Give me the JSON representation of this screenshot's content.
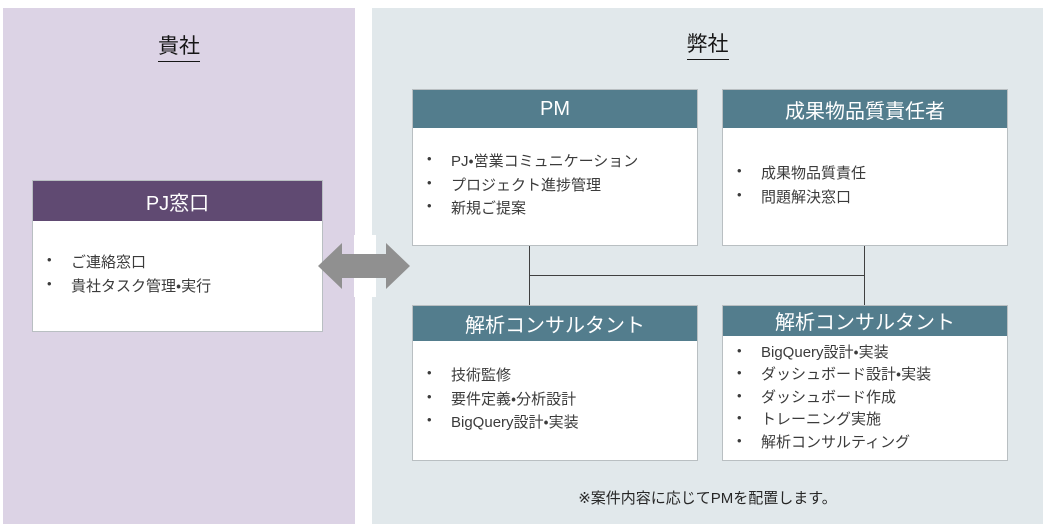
{
  "colors": {
    "client_panel_bg": "#dcd3e5",
    "vendor_panel_bg": "#e1e8eb",
    "client_header": "#604a72",
    "vendor_header": "#537d8d",
    "card_bg": "#ffffff",
    "card_border": "#b9bfc2",
    "connector": "#404040",
    "arrow": "#909090",
    "text": "#3b3b3b"
  },
  "client_panel": {
    "title": "貴社",
    "card": {
      "header": "PJ窓口",
      "items": [
        "ご連絡窓口",
        "貴社タスク管理・実行"
      ]
    }
  },
  "vendor_panel": {
    "title": "弊社",
    "cards": [
      {
        "header": "PM",
        "items": [
          "PJ・営業コミュニケーション",
          "プロジェクト進捗管理",
          "新規ご提案"
        ]
      },
      {
        "header": "成果物品質責任者",
        "items": [
          "成果物品質責任",
          "問題解決窓口"
        ]
      },
      {
        "header": "解析コンサルタント",
        "items": [
          "技術監修",
          "要件定義・分析設計",
          "BigQuery設計・実装"
        ]
      },
      {
        "header": "解析コンサルタント",
        "items": [
          "BigQuery設計・実装",
          "ダッシュボード設計・実装",
          "ダッシュボード作成",
          "トレーニング実施",
          "解析コンサルティング"
        ]
      }
    ],
    "footnote": "※案件内容に応じてPMを配置します。"
  },
  "arrow": {
    "name": "双方向矢印",
    "direction": "both"
  }
}
